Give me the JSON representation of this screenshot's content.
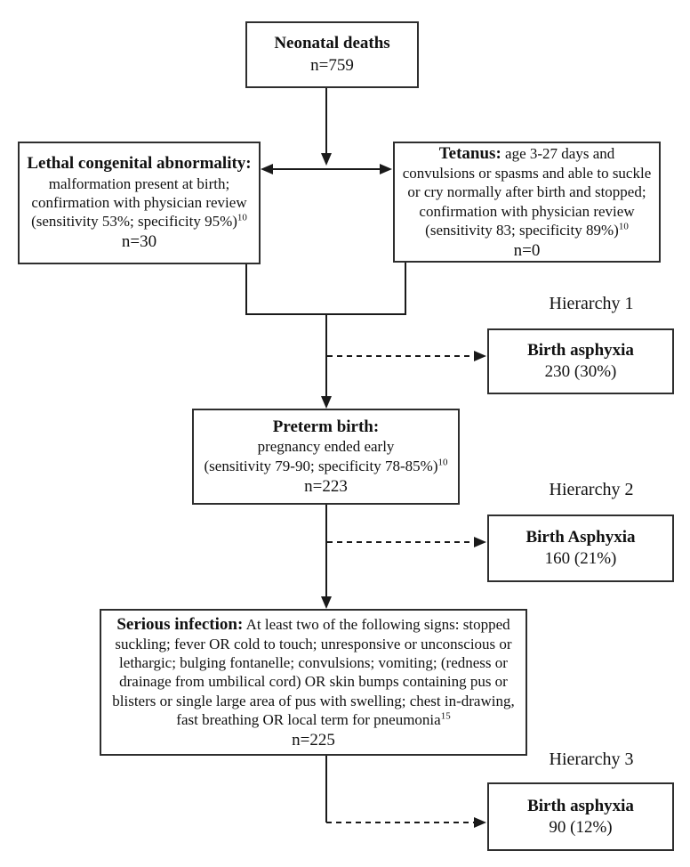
{
  "diagram": {
    "boxes": {
      "neonatal_deaths": {
        "title": "Neonatal deaths",
        "n": "n=759"
      },
      "lethal_congenital": {
        "title": "Lethal congenital abnormality:",
        "desc": "malformation present at birth; confirmation with physician review",
        "stats": "(sensitivity 53%; specificity 95%)",
        "ref": "10",
        "n": "n=30"
      },
      "tetanus": {
        "title": "Tetanus:",
        "desc": "age 3-27 days and convulsions or spasms and able to suckle or cry normally after birth and stopped; confirmation with physician review",
        "stats": "(sensitivity 83; specificity 89%)",
        "ref": "10",
        "n": "n=0"
      },
      "preterm_birth": {
        "title": "Preterm birth:",
        "desc": "pregnancy ended early",
        "stats": "(sensitivity 79-90; specificity 78-85%)",
        "ref": "10",
        "n": "n=223"
      },
      "serious_infection": {
        "title": "Serious infection:",
        "desc": "At least two of the following signs: stopped suckling; fever OR cold to touch; unresponsive or unconscious or lethargic; bulging fontanelle; convulsions; vomiting; (redness or drainage from umbilical cord) OR skin bumps containing pus or blisters or single large area of pus with swelling; chest in-drawing, fast breathing OR local term for pneumonia",
        "ref": "15",
        "n": "n=225"
      },
      "hierarchy1": {
        "label": "Hierarchy 1",
        "title": "Birth asphyxia",
        "value": "230 (30%)"
      },
      "hierarchy2": {
        "label": "Hierarchy 2",
        "title": "Birth Asphyxia",
        "value": "160 (21%)"
      },
      "hierarchy3": {
        "label": "Hierarchy 3",
        "title": "Birth asphyxia",
        "value": "90 (12%)"
      }
    },
    "colors": {
      "line": "#1a1a1a",
      "border": "#2e2e2e",
      "text": "#111111",
      "background": "#ffffff"
    }
  }
}
